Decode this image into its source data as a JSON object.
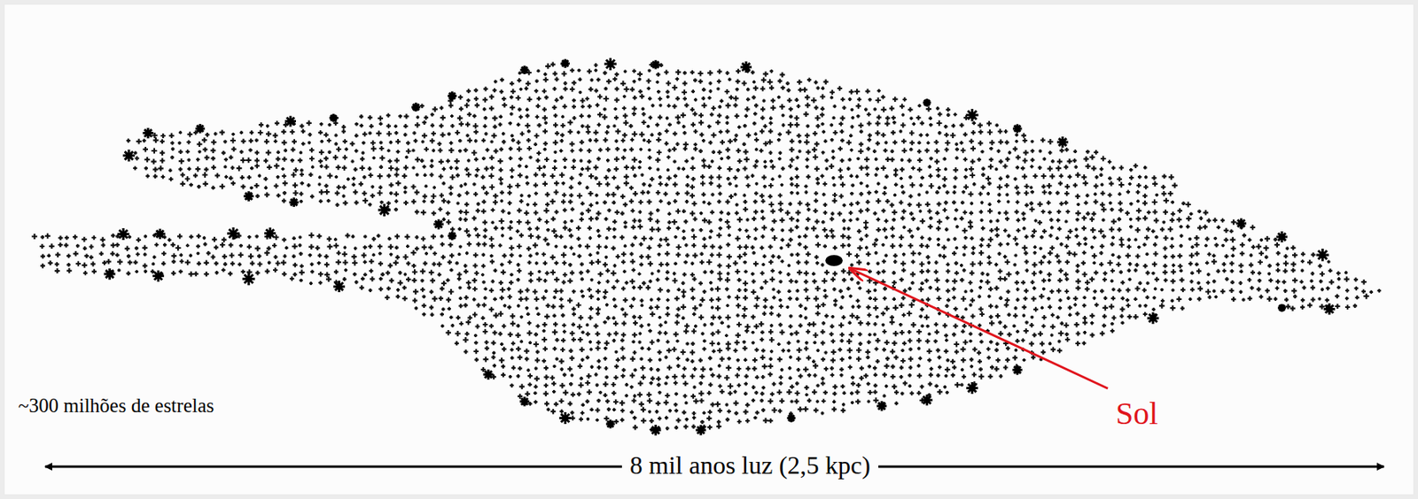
{
  "diagram": {
    "labels": [
      "~300 milhões de estrelas",
      "8 mil anos luz (2,5 kpc)",
      "Sol"
    ]
  }
}
